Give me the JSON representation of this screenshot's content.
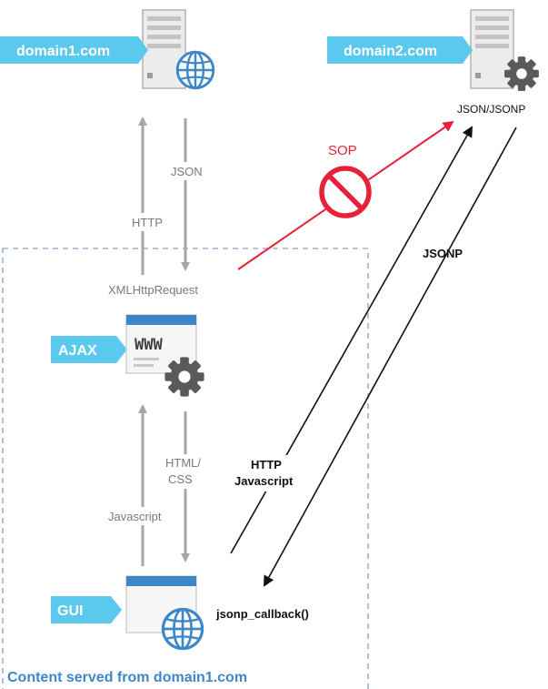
{
  "domains": {
    "domain1": "domain1.com",
    "domain2": "domain2.com"
  },
  "server2_label": "JSON/JSONP",
  "sop_label": "SOP",
  "flows": {
    "json": "JSON",
    "http": "HTTP",
    "xmlhttprequest": "XMLHttpRequest",
    "html_css_line1": "HTML/",
    "html_css_line2": "CSS",
    "javascript": "Javascript",
    "jsonp": "JSONP",
    "http_js_line1": "HTTP",
    "http_js_line2": "Javascript",
    "jsonp_callback": "jsonp_callback()"
  },
  "components": {
    "ajax": "AJAX",
    "gui": "GUI",
    "www": "WWW"
  },
  "container_label": "Content served from domain1.com",
  "colors": {
    "tag_blue": "#5bc8ee",
    "icon_blue": "#3d87c8",
    "gray": "#a6a6a6",
    "gear": "#5a5a5a",
    "sop_red": "#e8203a",
    "dashed": "#9bb4d3"
  },
  "icons": [
    "server-icon",
    "globe-icon",
    "gear-icon",
    "browser-window-icon",
    "no-entry-icon"
  ]
}
